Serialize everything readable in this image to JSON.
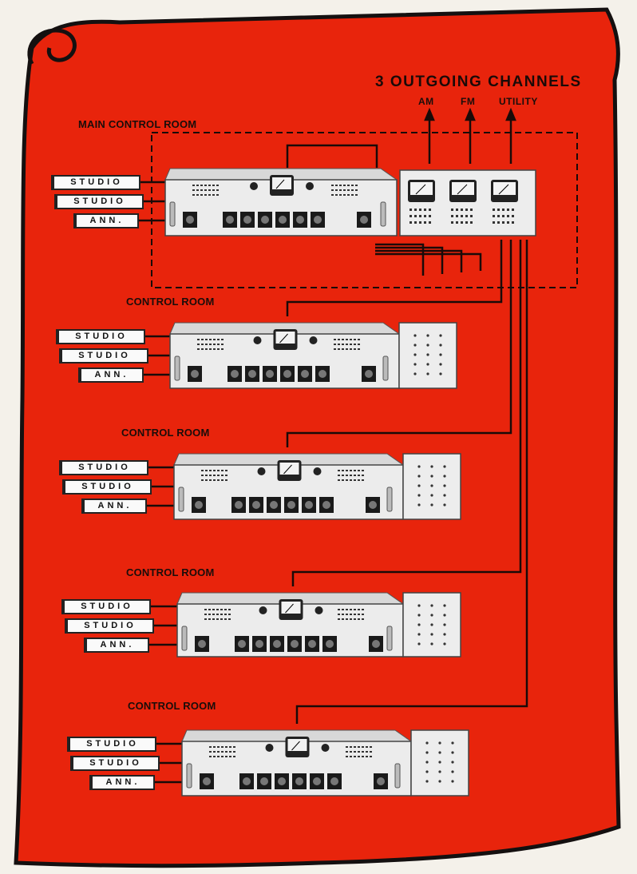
{
  "title": "3 OUTGOING CHANNELS",
  "channels": [
    "AM",
    "FM",
    "UTILITY"
  ],
  "main_room": "MAIN CONTROL ROOM",
  "room_title": "CONTROL ROOM",
  "inputs": [
    "STUDIO",
    "STUDIO",
    "ANN."
  ],
  "colors": {
    "background": "#e8240c",
    "console": "#ececec",
    "wire": "#1a0a08"
  }
}
